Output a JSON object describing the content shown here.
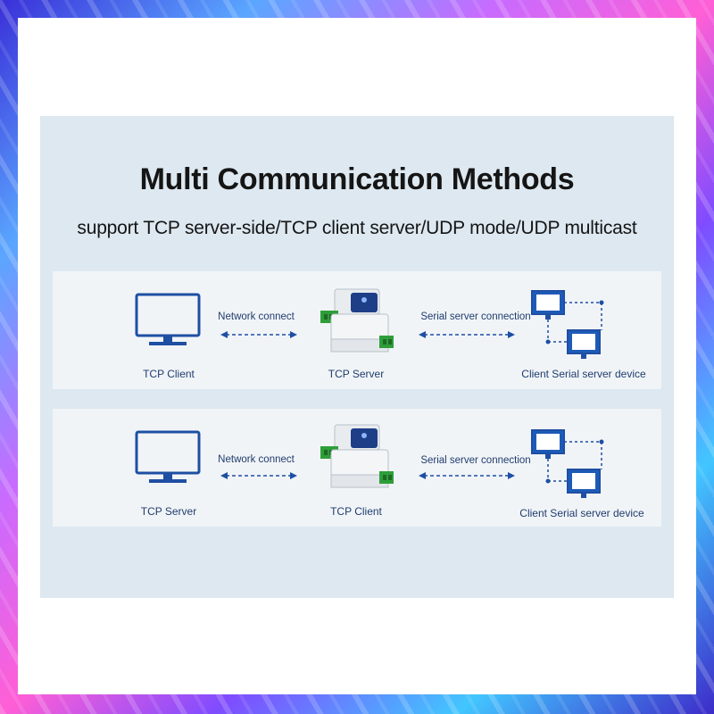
{
  "title": "Multi Communication Methods",
  "subtitle": "support TCP server-side/TCP client server/UDP mode/UDP multicast",
  "rows": [
    {
      "left_label": "TCP Client",
      "link_left_label": "Network connect",
      "center_label": "TCP Server",
      "link_right_label": "Serial server connection",
      "right_label": "Client Serial server device"
    },
    {
      "left_label": "TCP Server",
      "link_left_label": "Network connect",
      "center_label": "TCP Client",
      "link_right_label": "Serial server connection",
      "right_label": "Client Serial server device"
    }
  ],
  "colors": {
    "monitor_stroke": "#1e4fa3",
    "monitor_fill": "#1e5bb8",
    "arrow": "#1e4fa3",
    "device_green": "#2f9e3a"
  }
}
